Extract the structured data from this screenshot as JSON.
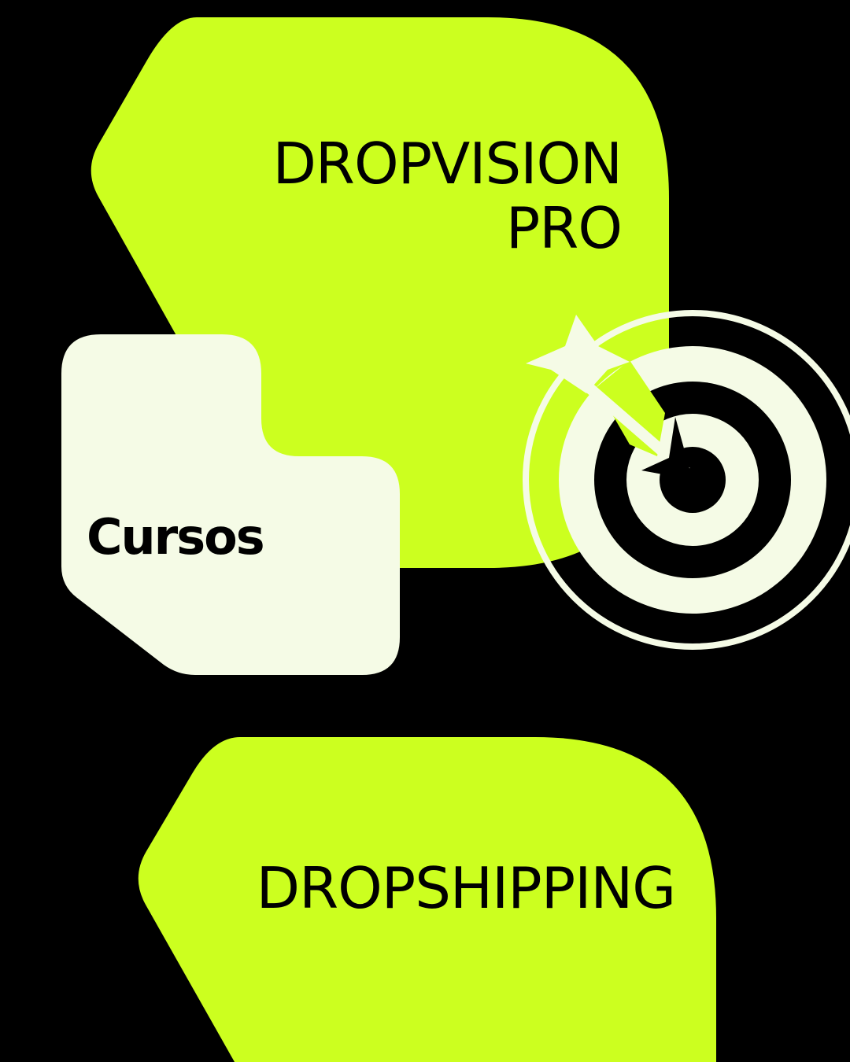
{
  "brand": {
    "line1": "DROPVISION",
    "line2": "PRO"
  },
  "category": {
    "label": "Cursos"
  },
  "topic": {
    "label": "DROPSHIPPING"
  },
  "icons": {
    "target": "target-with-arrow-icon"
  },
  "colors": {
    "background": "#000000",
    "accent_green": "#CCFF1F",
    "cream": "#F5FBE6",
    "text": "#000000"
  }
}
